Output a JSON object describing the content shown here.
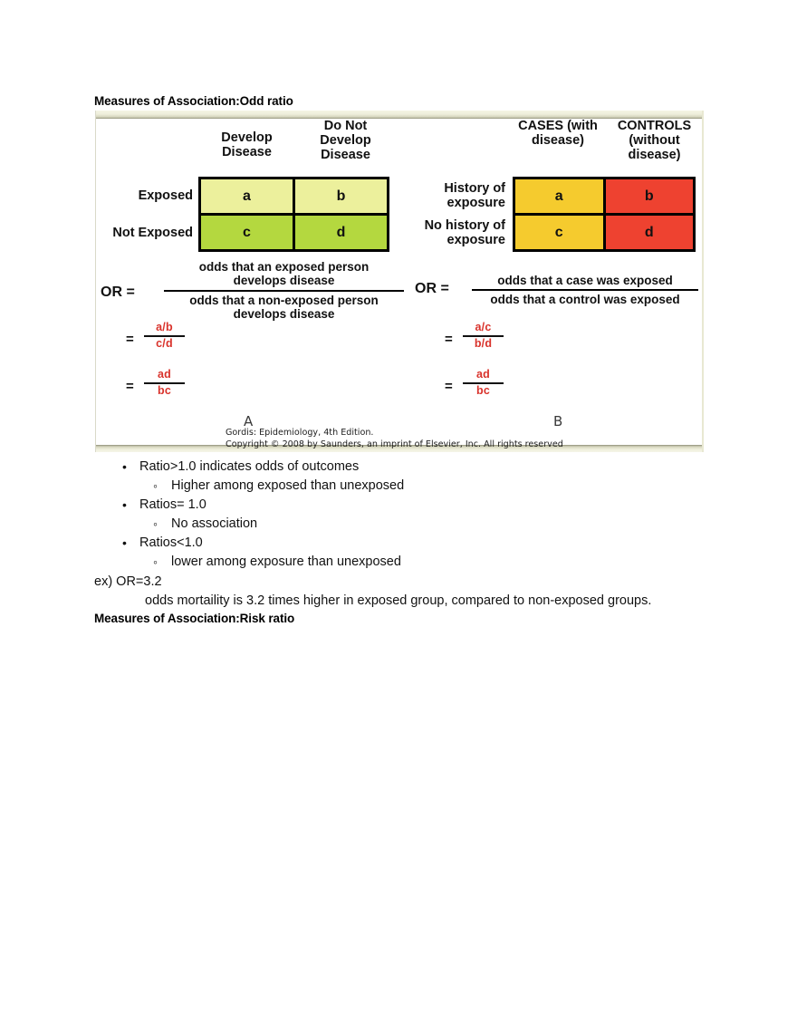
{
  "document": {
    "headings": {
      "odd_ratio": "Measures of Association:Odd ratio",
      "risk_ratio": "Measures of Association:Risk ratio"
    }
  },
  "figure": {
    "panel_a": {
      "letter": "A",
      "column_headers": [
        "Develop\nDisease",
        "Do Not\nDevelop\nDisease"
      ],
      "row_labels": [
        "Exposed",
        "Not Exposed"
      ],
      "cells": {
        "a": "a",
        "b": "b",
        "c": "c",
        "d": "d"
      },
      "colors": {
        "exposed_row": "#ecf09c",
        "not_exposed_row": "#b4d83f"
      },
      "formula": {
        "label": "OR  =",
        "numerator": "odds that an exposed person\ndevelops disease",
        "denominator": "odds that a non-exposed person\ndevelops disease",
        "step1_eq": "=",
        "step1_num": "a/b",
        "step1_den": "c/d",
        "step2_eq": "=",
        "step2_num": "ad",
        "step2_den": "bc"
      }
    },
    "panel_b": {
      "letter": "B",
      "column_headers": [
        "CASES\n(with\ndisease)",
        "CONTROLS\n(without\ndisease)"
      ],
      "row_labels": [
        "History of\nexposure",
        "No history\nof exposure"
      ],
      "cells": {
        "a": "a",
        "b": "b",
        "c": "c",
        "d": "d"
      },
      "colors": {
        "cases_column": "#f5cb2e",
        "controls_column": "#ee4230"
      },
      "formula": {
        "label": "OR  =",
        "numerator": "odds that a case was exposed",
        "denominator": "odds that a control was exposed",
        "step1_eq": "=",
        "step1_num": "a/c",
        "step1_den": "b/d",
        "step2_eq": "=",
        "step2_num": "ad",
        "step2_den": "bc"
      }
    },
    "credit_line1": "Gordis: Epidemiology, 4th Edition.",
    "credit_line2": "Copyright © 2008 by Saunders, an imprint of Elsevier, Inc. All rights reserved"
  },
  "notes": {
    "bullets": [
      {
        "level": 1,
        "text": "Ratio>1.0 indicates odds of outcomes"
      },
      {
        "level": 2,
        "text": "Higher among exposed than unexposed"
      },
      {
        "level": 1,
        "text": "Ratios= 1.0"
      },
      {
        "level": 2,
        "text": "No association"
      },
      {
        "level": 1,
        "text": "Ratios<1.0"
      },
      {
        "level": 2,
        "text": "lower among exposure than unexposed"
      }
    ],
    "example_line": "ex) OR=3.2",
    "example_detail": "odds mortaility is 3.2 times higher in exposed group, compared to non-exposed groups."
  },
  "theme": {
    "red_formula": "#d9332c",
    "frame_cream": "#eeeedb",
    "text": "#111111"
  }
}
